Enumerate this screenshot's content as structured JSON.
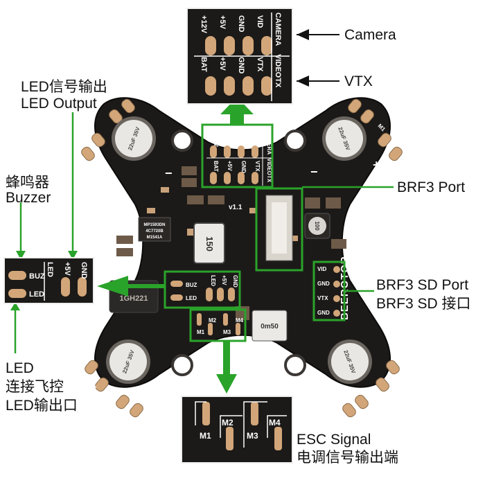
{
  "callouts": {
    "camera": "Camera",
    "vtx": "VTX",
    "led_output_cn": "LED信号输出",
    "led_output_en": "LED Output",
    "buzzer_cn": "蜂鸣器",
    "buzzer_en": "Buzzer",
    "brf3_port": "BRF3 Port",
    "brf3_sd_port_en": "BRF3 SD Port",
    "brf3_sd_port_cn": "BRF3 SD 接口",
    "led_connect_en": "LED",
    "led_connect_cn1": "连接飞控",
    "led_connect_cn2": "LED输出口",
    "esc_signal_en": "ESC Signal",
    "esc_signal_cn": "电调信号输出端"
  },
  "top_box": {
    "camera_row": [
      "+12V",
      "+5V",
      "GND",
      "VID",
      "CAMERA"
    ],
    "vtx_row": [
      "BAT",
      "+5V",
      "GND",
      "VTX",
      "VIDEOTX"
    ]
  },
  "left_box": {
    "rows": [
      "BUZ",
      "LED"
    ],
    "cols": [
      "LED",
      "+5V",
      "GND"
    ]
  },
  "right_box": {
    "pins": [
      "VID",
      "GND",
      "VTX",
      "GND"
    ]
  },
  "bottom_box": {
    "labels": [
      "M1",
      "M2",
      "M3",
      "M4"
    ]
  },
  "board": {
    "version": "v1.1",
    "brand": "BEEROTOR",
    "inductor": "150",
    "inductor2": "100",
    "buzzer_code": "1GH221",
    "cap_label": "22uF 35V",
    "plus_sign": "+",
    "minus_sign": "−",
    "bat": "BAT",
    "fuse": "0m50",
    "motor_corner": [
      "M2",
      "M1",
      "M3",
      "M4"
    ],
    "small_chip": [
      "MP1593DN",
      "4C7720B",
      "M1541A"
    ]
  },
  "colors": {
    "pcb": "#1c1a18",
    "pad": "#d2a679",
    "highlight": "#2aa32a",
    "arrow": "#2aa32a",
    "ink": "#111111"
  }
}
